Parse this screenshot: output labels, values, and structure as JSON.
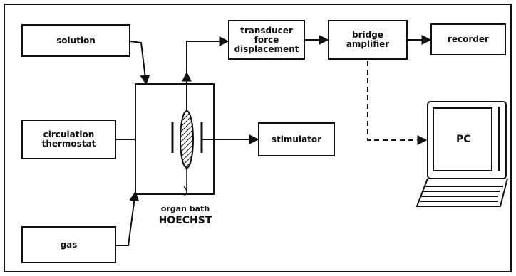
{
  "blocks": {
    "solution": "solution",
    "circulation_thermostat": "circulation\nthermostat",
    "gas": "gas",
    "transducer": "transducer\nforce\ndisplacement",
    "bridge_amplifier": "bridge\namplifier",
    "recorder": "recorder",
    "stimulator": "stimulator"
  },
  "organ_bath": {
    "line1": "organ bath",
    "line2": "HOECHST"
  },
  "pc_label": "PC"
}
